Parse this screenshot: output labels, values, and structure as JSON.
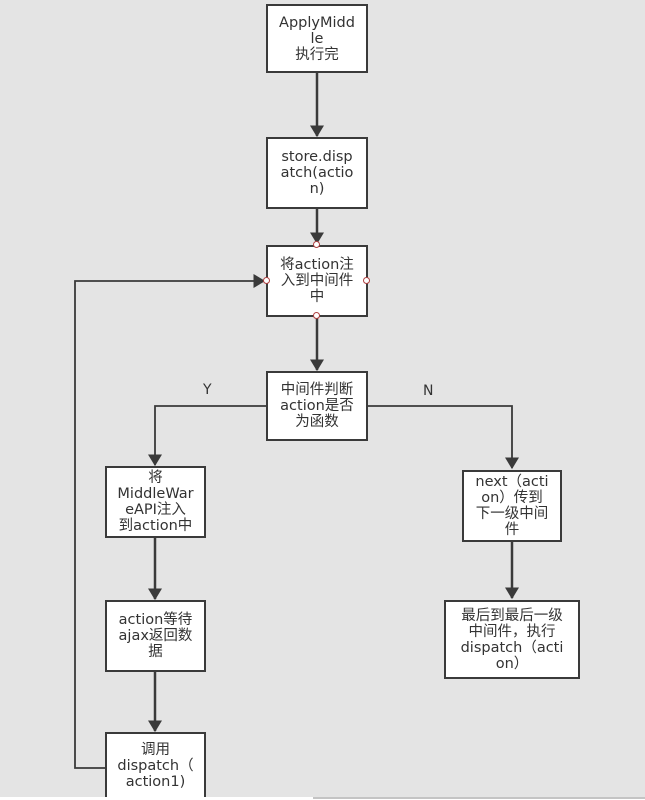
{
  "diagram": {
    "type": "flowchart",
    "nodes": {
      "apply_middleware_done": {
        "lines": [
          "ApplyMidd",
          "le",
          "执行完"
        ]
      },
      "store_dispatch": {
        "lines": [
          "store.disp",
          "atch(actio",
          "n)"
        ]
      },
      "inject_action": {
        "lines": [
          "将action注",
          "入到中间件",
          "中"
        ]
      },
      "is_function": {
        "lines": [
          "中间件判断",
          "action是否",
          "为函数"
        ]
      },
      "inject_api": {
        "lines": [
          "将",
          "MiddleWar",
          "eAPI注入",
          "到action中"
        ]
      },
      "await_ajax": {
        "lines": [
          "action等待",
          "ajax返回数",
          "据"
        ]
      },
      "call_dispatch": {
        "lines": [
          "调用",
          "dispatch（",
          "action1)"
        ]
      },
      "next_action": {
        "lines": [
          "next（acti",
          "on）传到",
          "下一级中间",
          "件"
        ]
      },
      "final_dispatch": {
        "lines": [
          "最后到最后一级",
          "中间件，执行",
          "dispatch（acti",
          "on）"
        ]
      }
    },
    "edge_labels": {
      "yes": "Y",
      "no": "N"
    },
    "edges": [
      {
        "from": "apply_middleware_done",
        "to": "store_dispatch"
      },
      {
        "from": "store_dispatch",
        "to": "inject_action"
      },
      {
        "from": "inject_action",
        "to": "is_function"
      },
      {
        "from": "is_function",
        "to": "inject_api",
        "label": "Y"
      },
      {
        "from": "is_function",
        "to": "next_action",
        "label": "N"
      },
      {
        "from": "inject_api",
        "to": "await_ajax"
      },
      {
        "from": "await_ajax",
        "to": "call_dispatch"
      },
      {
        "from": "call_dispatch",
        "to": "inject_action"
      },
      {
        "from": "next_action",
        "to": "final_dispatch"
      }
    ],
    "colors": {
      "background": "#e4e4e4",
      "node_fill": "#ffffff",
      "node_border": "#3a3a3a",
      "edge": "#3a3a3a",
      "port": "#b04040",
      "text": "#333333"
    }
  }
}
